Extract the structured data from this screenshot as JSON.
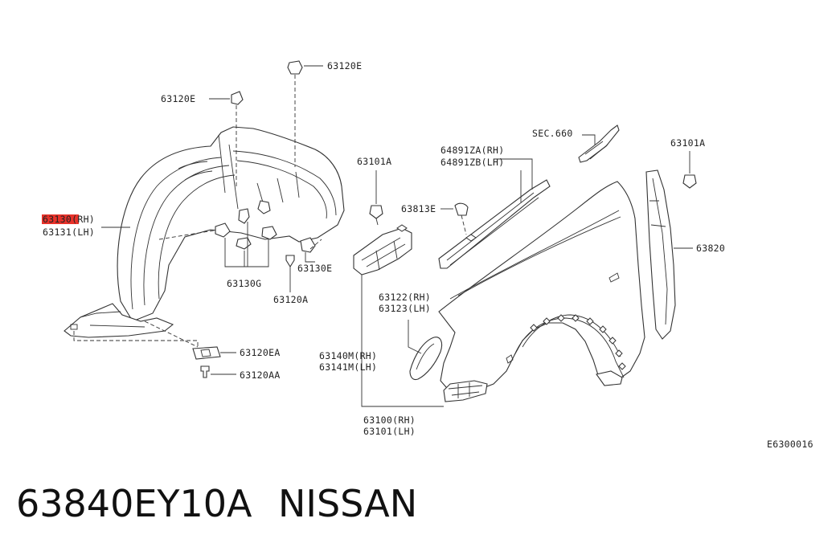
{
  "diagram": {
    "code": "E6300016",
    "labels": {
      "fastener_top": "63120E",
      "fastener_left": "63120E",
      "protector_rh": "63130(RH)",
      "protector_lh": "63131(LH)",
      "clip_group": "63130G",
      "clip_bottom": "63120A",
      "clip_right": "63130E",
      "clip_ea": "63120EA",
      "screw_aa": "63120AA",
      "bolt_a": "63101A",
      "bolt_a_right": "63101A",
      "seal": "63813E",
      "sec": "SEC.660",
      "mould_rh": "64891ZA(RH)",
      "mould_lh": "64891ZB(LH)",
      "seal_right": "63820",
      "cover_rh": "63122(RH)",
      "cover_lh": "63123(LH)",
      "bracket_rh": "63140M(RH)",
      "bracket_lh": "63141M(LH)",
      "fender_rh": "63100(RH)",
      "fender_lh": "63101(LH)"
    }
  },
  "footer": {
    "part_number": "63840EY10A",
    "brand": "NISSAN"
  }
}
